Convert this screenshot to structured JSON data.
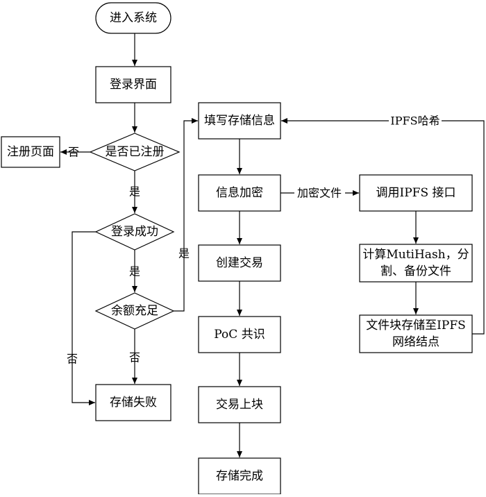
{
  "nodes": {
    "enter_system": "进入系统",
    "login_page": "登录界面",
    "is_registered": "是否已注册",
    "register_page": "注册页面",
    "login_success": "登录成功",
    "balance_enough": "余额充足",
    "store_fail": "存储失败",
    "fill_info": "填写存储信息",
    "encrypt_info": "信息加密",
    "create_tx": "创建交易",
    "poc_consensus": "PoC 共识",
    "tx_onchain": "交易上块",
    "store_done": "存储完成",
    "call_ipfs": "调用IPFS 接口",
    "compute_hash": [
      "计算MutiHash，分",
      "割、备份文件"
    ],
    "store_blocks": [
      "文件块存储至IPFS",
      "网络结点"
    ]
  },
  "edges": {
    "no_register": "否",
    "yes_registered": "是",
    "yes_login": "是",
    "yes_balance": "是",
    "no_login": "否",
    "no_balance": "否",
    "encrypt_file": "加密文件",
    "ipfs_hash": "IPFS哈希"
  }
}
